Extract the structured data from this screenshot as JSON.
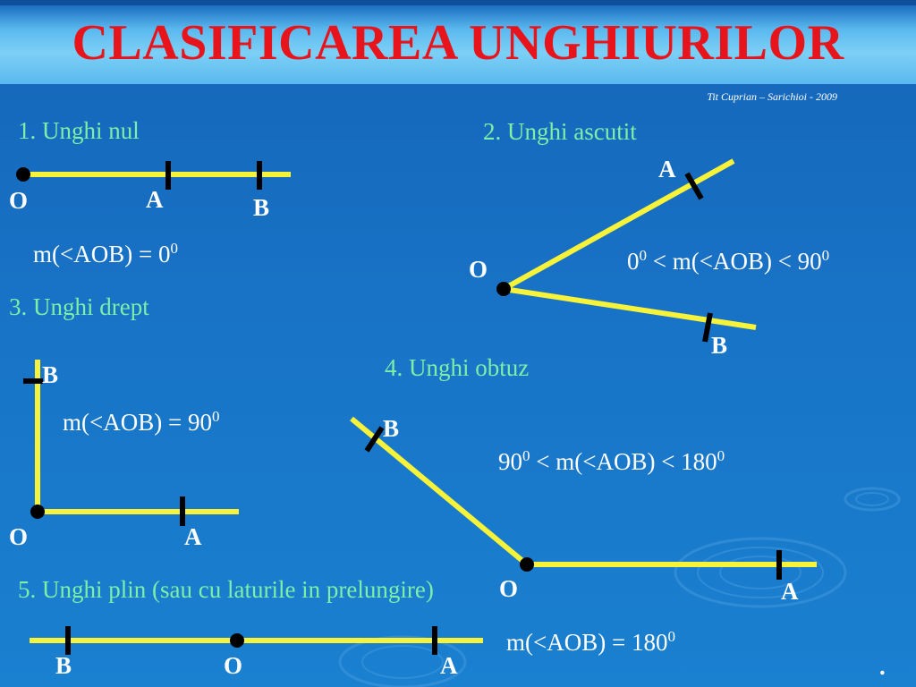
{
  "title": "CLASIFICAREA UNGHIURILOR",
  "credit": "Tit Cuprian – Sarichioi - 2009",
  "colors": {
    "title": "#e8141c",
    "heading": "#7cf0a8",
    "label": "#ffffff",
    "ray": "#f7f33a",
    "vertex": "#000000",
    "background": "#1873c6"
  },
  "sections": {
    "null_angle": {
      "heading": "1. Unghi nul",
      "formula": {
        "lhs": "m(<AOB) = 0",
        "sup": "0"
      },
      "labels": {
        "o": "O",
        "a": "A",
        "b": "B"
      }
    },
    "acute_angle": {
      "heading": "2. Unghi ascutit",
      "formula": {
        "p1": "0",
        "s1": "0",
        "p2": " < m(<AOB) < 90",
        "s2": "0"
      },
      "labels": {
        "o": "O",
        "a": "A",
        "b": "B"
      }
    },
    "right_angle": {
      "heading": "3. Unghi drept",
      "formula": {
        "lhs": "m(<AOB) = 90",
        "sup": "0"
      },
      "labels": {
        "o": "O",
        "a": "A",
        "b": "B"
      }
    },
    "obtuse_angle": {
      "heading": "4. Unghi obtuz",
      "formula": {
        "p1": "90",
        "s1": "0",
        "p2": " < m(<AOB) < 180",
        "s2": "0"
      },
      "labels": {
        "o": "O",
        "a": "A",
        "b": "B"
      }
    },
    "straight_angle": {
      "heading": "5. Unghi plin (sau cu laturile in prelungire)",
      "formula": {
        "lhs": "m(<AOB) = 180",
        "sup": "0"
      },
      "labels": {
        "o": "O",
        "a": "A",
        "b": "B"
      }
    }
  },
  "footer_dot": "."
}
